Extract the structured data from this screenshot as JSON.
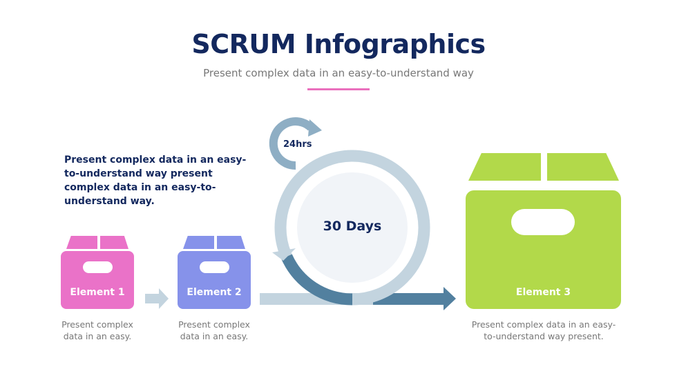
{
  "title": "SCRUM Infographics",
  "subtitle": "Present complex data in an easy-to-understand way",
  "lead_text": "Present complex data in an easy-to-understand way present complex data in an easy-to-understand way.",
  "cycle": {
    "daily_label": "24hrs",
    "sprint_label": "30 Days"
  },
  "elements": [
    {
      "label": "Element 1",
      "description": "Present complex data in an easy.",
      "color": "#ea72c8"
    },
    {
      "label": "Element 2",
      "description": "Present complex data in an easy.",
      "color": "#8692ea"
    },
    {
      "label": "Element 3",
      "description": "Present complex data in an easy-to-understand way present.",
      "color": "#b2d94a"
    }
  ],
  "colors": {
    "navy": "#13285e",
    "ring_light": "#c3d4df",
    "ring_dark": "#52809f",
    "accent": "#ea6fbd"
  }
}
